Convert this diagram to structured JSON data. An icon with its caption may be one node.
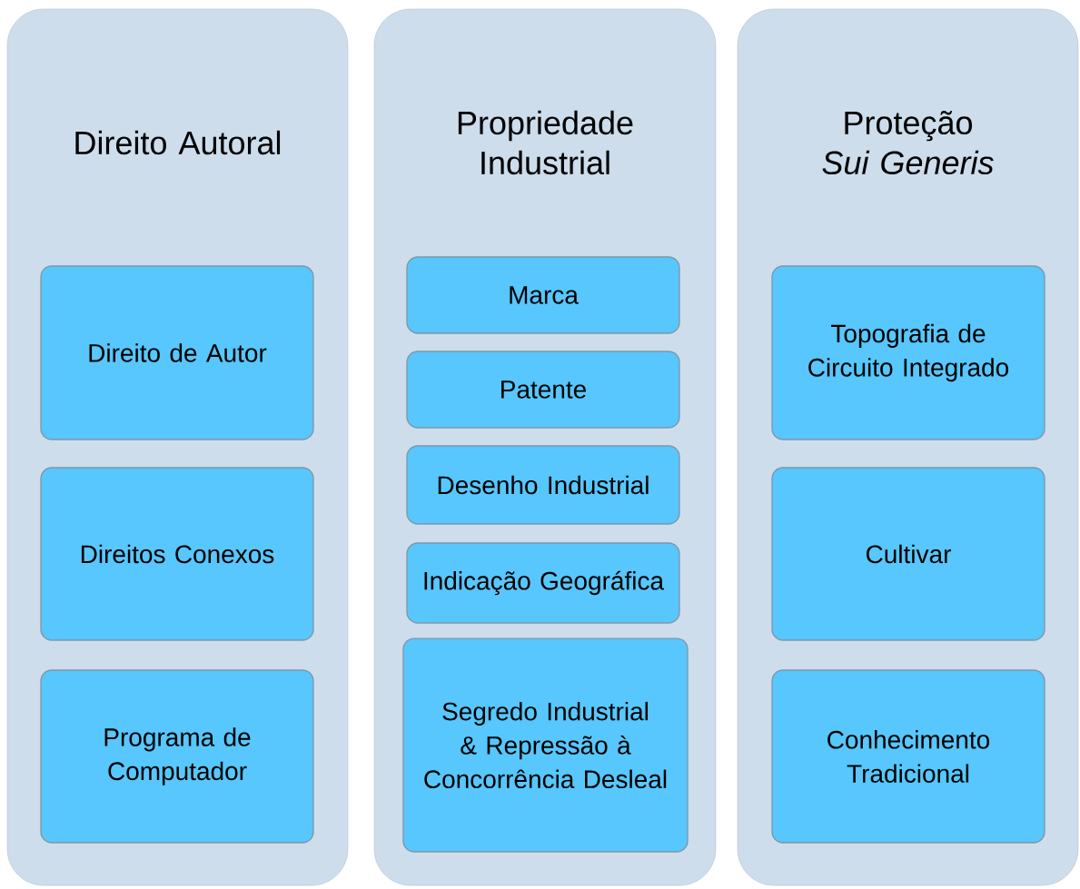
{
  "diagram": {
    "nodes": [
      {
        "text": [
          "Direito Autoral"
        ]
      },
      {
        "text": [
          "Direito de Autor"
        ],
        "in": 0
      },
      {
        "text": [
          "Direitos Conexos"
        ],
        "in": 0
      },
      {
        "text": [
          "Programa de Computador"
        ],
        "in": 0
      },
      {
        "text": [
          "Propriedade Industrial"
        ]
      },
      {
        "text": [
          "Marca"
        ],
        "in": 4
      },
      {
        "text": [
          "Patente"
        ],
        "in": 4
      },
      {
        "text": [
          "Desenho Industrial"
        ],
        "in": 4
      },
      {
        "text": [
          "Indicação Geográfica"
        ],
        "in": 4
      },
      {
        "text": [
          "Segredo Industrial & Repressão à Concorrência Desleal"
        ],
        "in": 4
      },
      {
        "text": [
          "Proteção *Sui Generis*"
        ]
      },
      {
        "text": [
          "Topografia de Circuito Integrado"
        ],
        "in": 10
      },
      {
        "text": [
          "Cultivar"
        ],
        "in": 10
      },
      {
        "text": [
          "Conhecimento Tradicional"
        ],
        "in": 10
      }
    ]
  }
}
